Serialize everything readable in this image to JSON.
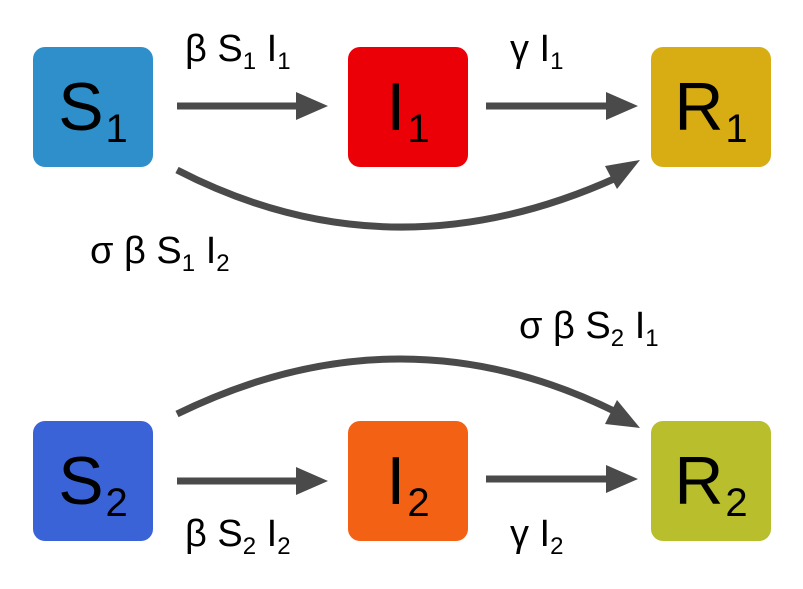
{
  "nodes": {
    "s1": {
      "label": "S",
      "sub": "1",
      "color": "#2e8fca"
    },
    "i1": {
      "label": "I",
      "sub": "1",
      "color": "#ec0008"
    },
    "r1": {
      "label": "R",
      "sub": "1",
      "color": "#d8ad14"
    },
    "s2": {
      "label": "S",
      "sub": "2",
      "color": "#3963d6"
    },
    "i2": {
      "label": "I",
      "sub": "2",
      "color": "#f36115"
    },
    "r2": {
      "label": "R",
      "sub": "2",
      "color": "#b8be2c"
    }
  },
  "edges": {
    "s1_i1": {
      "text": "β S",
      "sub1": "1",
      "mid": " I",
      "sub2": "1"
    },
    "i1_r1": {
      "text": "γ I",
      "sub1": "1"
    },
    "s1_r1": {
      "text": "σ β S",
      "sub1": "1",
      "mid": " I",
      "sub2": "2"
    },
    "s2_r2": {
      "text": "σ β S",
      "sub1": "2",
      "mid": " I",
      "sub2": "1"
    },
    "s2_i2": {
      "text": "β S",
      "sub1": "2",
      "mid": " I",
      "sub2": "2"
    },
    "i2_r2": {
      "text": "γ I",
      "sub1": "2"
    }
  },
  "colors": {
    "arrow": "#4a4a4a"
  }
}
